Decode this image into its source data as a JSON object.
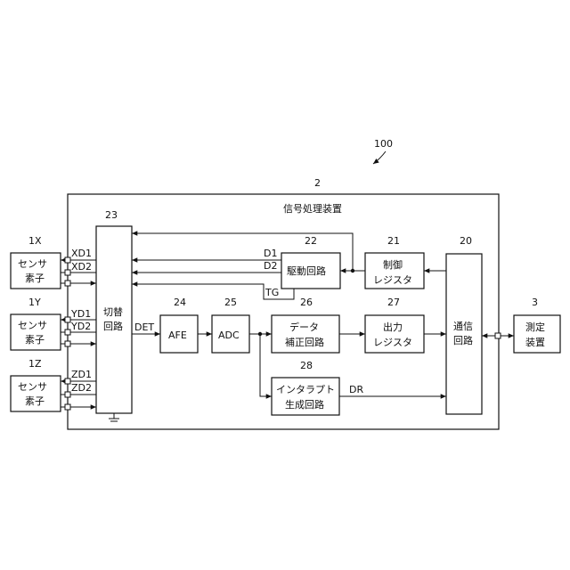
{
  "reference_numeral": "100",
  "device": {
    "num": "2",
    "title": "信号処理装置"
  },
  "sensors": [
    {
      "num": "1X",
      "line1": "センサ",
      "line2": "素子",
      "sig1": "XD1",
      "sig2": "XD2"
    },
    {
      "num": "1Y",
      "line1": "センサ",
      "line2": "素子",
      "sig1": "YD1",
      "sig2": "YD2"
    },
    {
      "num": "1Z",
      "line1": "センサ",
      "line2": "素子",
      "sig1": "ZD1",
      "sig2": "ZD2"
    }
  ],
  "blocks": {
    "switch": {
      "num": "23",
      "line1": "切替",
      "line2": "回路"
    },
    "afe": {
      "num": "24",
      "line1": "AFE"
    },
    "adc": {
      "num": "25",
      "line1": "ADC"
    },
    "correction": {
      "num": "26",
      "line1": "データ",
      "line2": "補正回路"
    },
    "out_reg": {
      "num": "27",
      "line1": "出力",
      "line2": "レジスタ"
    },
    "interrupt": {
      "num": "28",
      "line1": "インタラプト",
      "line2": "生成回路"
    },
    "drive": {
      "num": "22",
      "line1": "駆動回路"
    },
    "ctrl_reg": {
      "num": "21",
      "line1": "制御",
      "line2": "レジスタ"
    },
    "comm": {
      "num": "20",
      "line1": "通信",
      "line2": "回路"
    },
    "measure": {
      "num": "3",
      "line1": "測定",
      "line2": "装置"
    }
  },
  "signals": {
    "det": "DET",
    "d1": "D1",
    "d2": "D2",
    "tg": "TG",
    "dr": "DR"
  }
}
